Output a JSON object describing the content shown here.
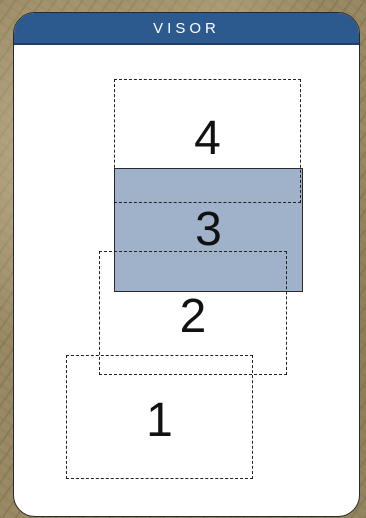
{
  "viewer": {
    "title": "VISOR"
  },
  "frames": [
    {
      "label": "1",
      "filled": false
    },
    {
      "label": "2",
      "filled": false
    },
    {
      "label": "3",
      "filled": true
    },
    {
      "label": "4",
      "filled": false
    }
  ],
  "colors": {
    "header": "#2d5a8e",
    "selected_frame_fill": "#a0b1ca",
    "card_background": "#ffffff"
  }
}
